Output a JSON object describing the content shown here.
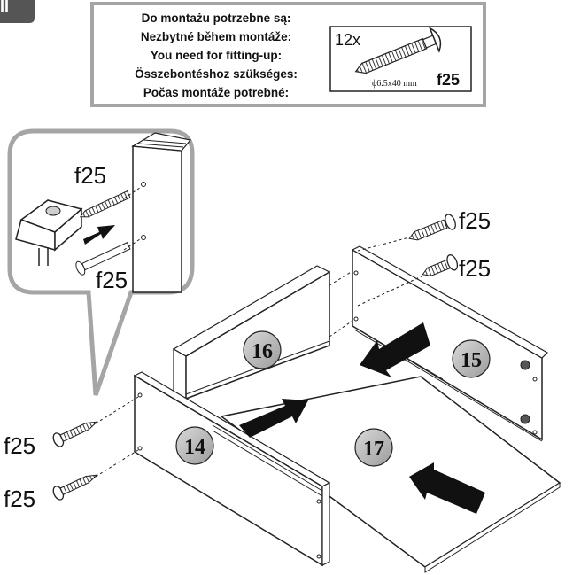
{
  "step": {
    "label": "II"
  },
  "parts_box": {
    "lines": [
      "Do montażu potrzebne są:",
      "Nezbytné během montáže:",
      "You need for fitting-up:",
      "Összebontéshoz szükséges:",
      "Počas montáže potrebné:"
    ],
    "quantity": "12x",
    "size": "ϕ6.5x40 mm",
    "part_code": "f25"
  },
  "callout": {
    "labels": [
      "f25",
      "f25"
    ]
  },
  "screw_labels": {
    "upper_right": "f25",
    "lower_right": "f25",
    "upper_left": "f25",
    "lower_left": "f25"
  },
  "panels": {
    "p14": "14",
    "p15": "15",
    "p16": "16",
    "p17": "17"
  }
}
